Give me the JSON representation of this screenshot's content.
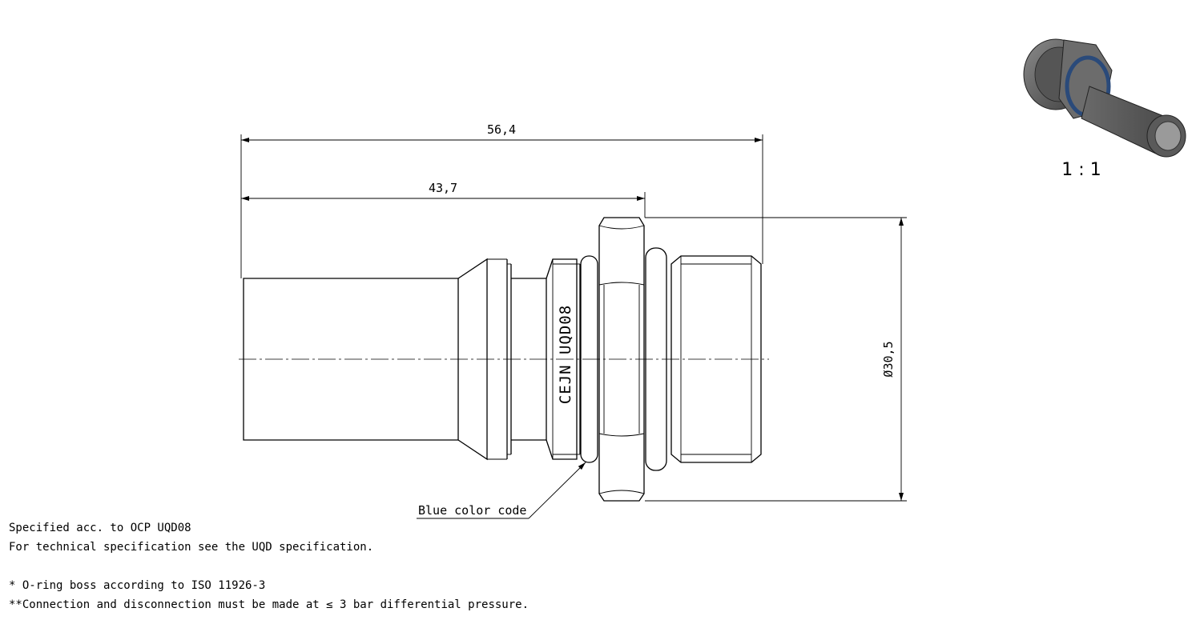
{
  "dimensions": {
    "overall_length": "56,4",
    "body_length": "43,7",
    "diameter": "Ø30,5"
  },
  "marking": "CEJN UQD08",
  "callout": "Blue color code",
  "scale": "1 : 1",
  "notes": [
    "Specified acc. to OCP UQD08",
    "For technical specification see the UQD specification."
  ],
  "footnotes": [
    "* O-ring boss according to ISO 11926-3",
    "**Connection and disconnection must be made at ≤ 3 bar differential pressure."
  ],
  "colors": {
    "line": "#000000",
    "oring_blue": "#2a4a7a",
    "part_grey": "#5a5a5a"
  }
}
